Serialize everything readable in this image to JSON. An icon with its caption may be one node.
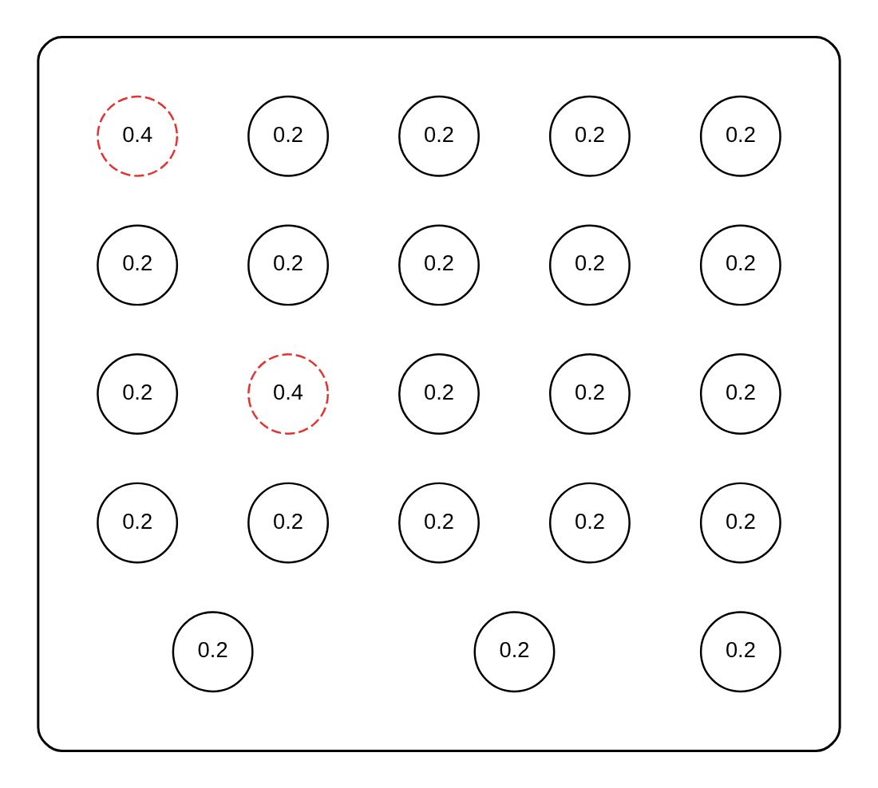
{
  "diagram": {
    "nodes": [
      {
        "text": [],
        "shape": "cloud"
      },
      {
        "text": [
          "0.2"
        ],
        "in": 0
      },
      {
        "text": [
          "0.2"
        ],
        "in": 0
      },
      {
        "text": [
          "0.2"
        ],
        "in": 0
      },
      {
        "text": [
          "0.2"
        ],
        "in": 0
      },
      {
        "text": [
          "0.4"
        ],
        "in": 0
      },
      {
        "text": [
          "0.2"
        ],
        "in": 0
      },
      {
        "text": [
          "0.2"
        ],
        "in": 0
      },
      {
        "text": [
          "0.2"
        ],
        "in": 0
      },
      {
        "text": [
          "0.2"
        ],
        "in": 0
      },
      {
        "text": [
          "0.2"
        ],
        "in": 0
      },
      {
        "text": [
          "0.2"
        ],
        "in": 0
      },
      {
        "text": [
          "0.2"
        ],
        "in": 0
      },
      {
        "text": [
          "0.2"
        ],
        "in": 0
      },
      {
        "text": [
          "0.4"
        ],
        "in": 0
      },
      {
        "text": [
          "0.2"
        ],
        "in": 0
      },
      {
        "text": [
          "0.2"
        ],
        "in": 0
      },
      {
        "text": [
          "0.2"
        ],
        "in": 0
      },
      {
        "text": [
          "0.2"
        ],
        "in": 0
      },
      {
        "text": [
          "0.2"
        ],
        "in": 0
      },
      {
        "text": [
          "0.2"
        ],
        "in": 0
      },
      {
        "text": [
          "0.2"
        ],
        "in": 0
      },
      {
        "text": [
          "0.2"
        ],
        "in": 0
      },
      {
        "text": [
          "0.2"
        ],
        "in": 0
      }
    ],
    "edges": []
  }
}
